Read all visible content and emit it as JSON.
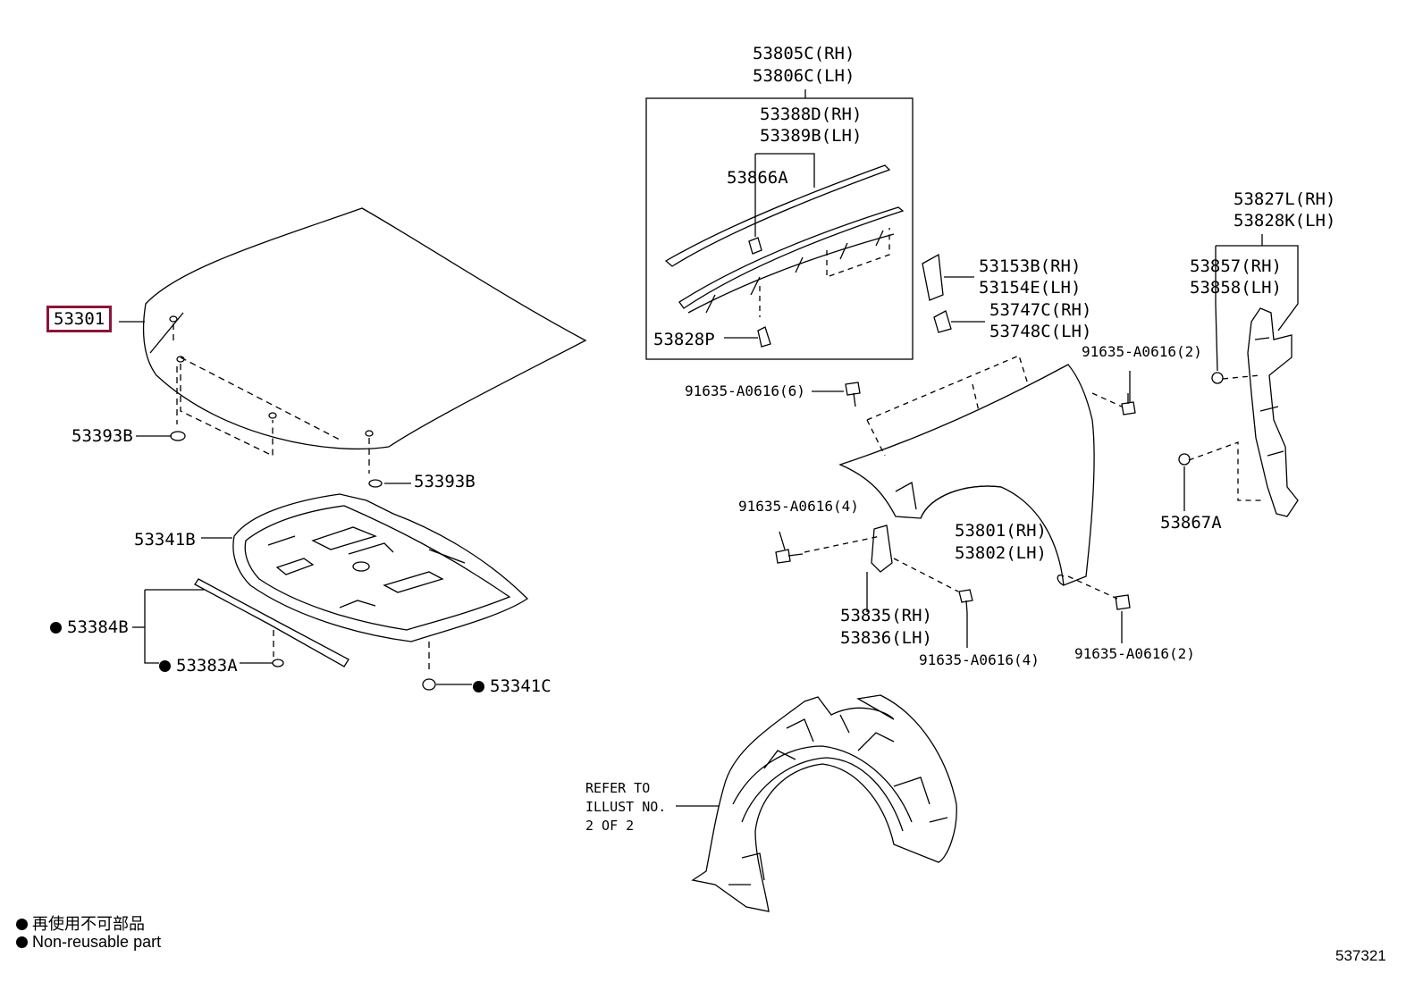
{
  "diagram": {
    "illustration_number": "537321",
    "refer_note": "REFER TO\nILLUST NO.\n2 OF 2",
    "legend": {
      "jp": "再使用不可部品",
      "en": "Non-reusable part"
    },
    "parts": {
      "p53301": "53301",
      "p53393B_a": "53393B",
      "p53393B_b": "53393B",
      "p53341B": "53341B",
      "p53384B": "53384B",
      "p53383A": "53383A",
      "p53341C": "53341C",
      "p53805C": "53805C(RH)",
      "p53806C": "53806C(LH)",
      "p53388D": "53388D(RH)",
      "p53389B": "53389B(LH)",
      "p53866A": "53866A",
      "p53828P": "53828P",
      "p53153B": "53153B(RH)",
      "p53154E": "53154E(LH)",
      "p53747C": "53747C(RH)",
      "p53748C": "53748C(LH)",
      "p53827L": "53827L(RH)",
      "p53828K": "53828K(LH)",
      "p53857": "53857(RH)",
      "p53858": "53858(LH)",
      "p53867A": "53867A",
      "p53801": "53801(RH)",
      "p53802": "53802(LH)",
      "p53835": "53835(RH)",
      "p53836": "53836(LH)",
      "bolt_6": "91635-A0616(6)",
      "bolt_2_top": "91635-A0616(2)",
      "bolt_4_left": "91635-A0616(4)",
      "bolt_4_bottom": "91635-A0616(4)",
      "bolt_2_bottom": "91635-A0616(2)"
    }
  }
}
